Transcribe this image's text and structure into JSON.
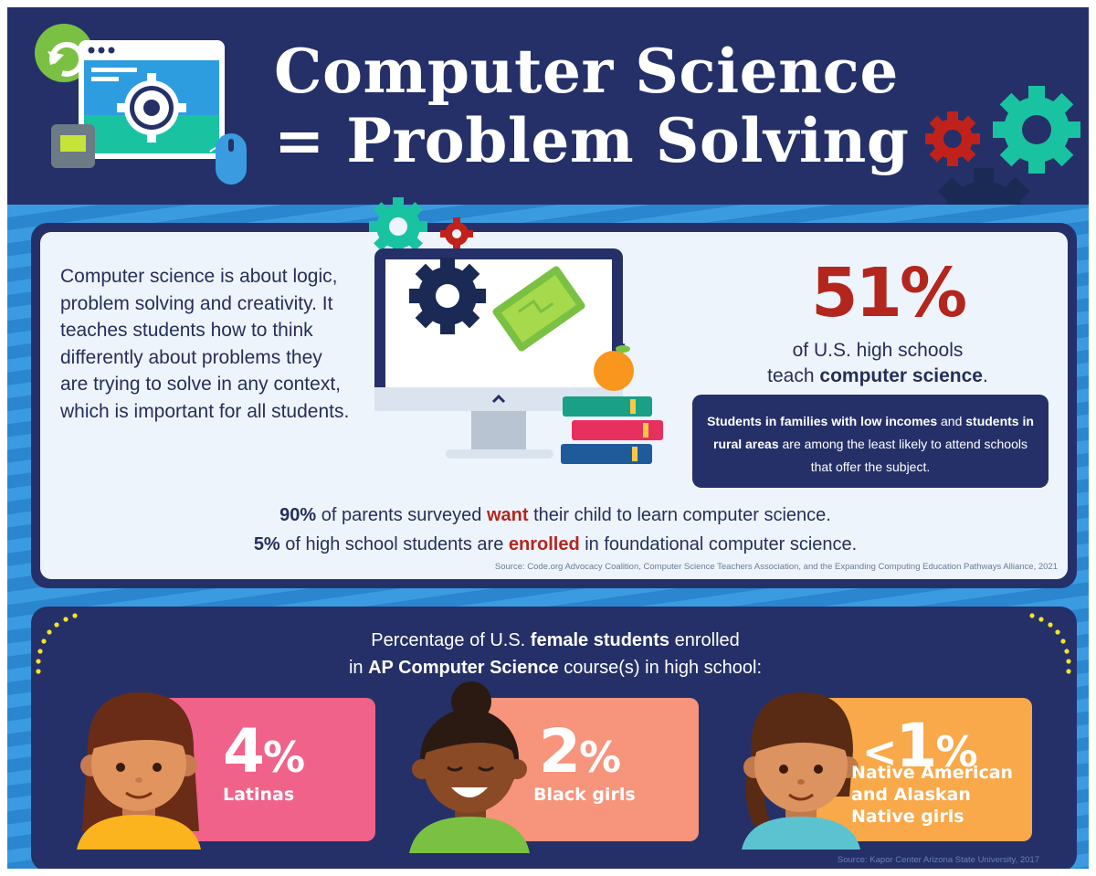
{
  "header": {
    "title_line1": "Computer Science",
    "title_line2": "= Problem Solving"
  },
  "intro": {
    "text": "Computer science is about logic, problem solving and creativity. It teaches students how to think differently about problems they are trying to solve in any context, which is important for all students."
  },
  "stat": {
    "value": "51%",
    "line1": "of U.S. high schools",
    "line2_prefix": "teach ",
    "line2_bold": "computer science",
    "line2_suffix": "."
  },
  "note": {
    "bold1": "Students in families with low incomes",
    "text1": " and ",
    "bold2": "students in rural areas",
    "text2": " are among the least likely to attend schools that offer the subject."
  },
  "facts": {
    "f1_bold": "90%",
    "f1_a": " of parents surveyed ",
    "f1_red": "want",
    "f1_b": " their child to learn computer science.",
    "f2_bold": "5%",
    "f2_a": " of high school students are ",
    "f2_red": "enrolled",
    "f2_b": " in foundational computer science."
  },
  "source1": "Source: Code.org Advocacy Coalition, Computer Science Teachers Association, and the Expanding Computing Education Pathways Alliance, 2021",
  "female": {
    "title_a": "Percentage of U.S. ",
    "title_bold1": "female students",
    "title_b": " enrolled",
    "title_c": "in ",
    "title_bold2": "AP Computer Science",
    "title_d": " course(s) in high school:",
    "groups": [
      {
        "prefix": "",
        "number": "4",
        "symbol": "%",
        "label": "Latinas",
        "color": "#f0628a"
      },
      {
        "prefix": "",
        "number": "2",
        "symbol": "%",
        "label": "Black girls",
        "color": "#f7947c"
      },
      {
        "prefix": "<",
        "number": "1",
        "symbol": "%",
        "label": "Native American and Alaskan Native girls",
        "color": "#f9a94a"
      }
    ]
  },
  "source2": "Source: Kapor Center Arizona State University, 2017",
  "colors": {
    "navy": "#253068",
    "red": "#b3261e",
    "teal": "#19c3a1",
    "light_panel": "#eef4fb"
  },
  "icons": [
    "browser-gear-icon",
    "refresh-icon",
    "ethernet-port-icon",
    "mouse-icon",
    "gear-icon",
    "monitor-icon",
    "microchip-icon",
    "apple-icon",
    "books-icon",
    "girl-avatar-icon"
  ]
}
